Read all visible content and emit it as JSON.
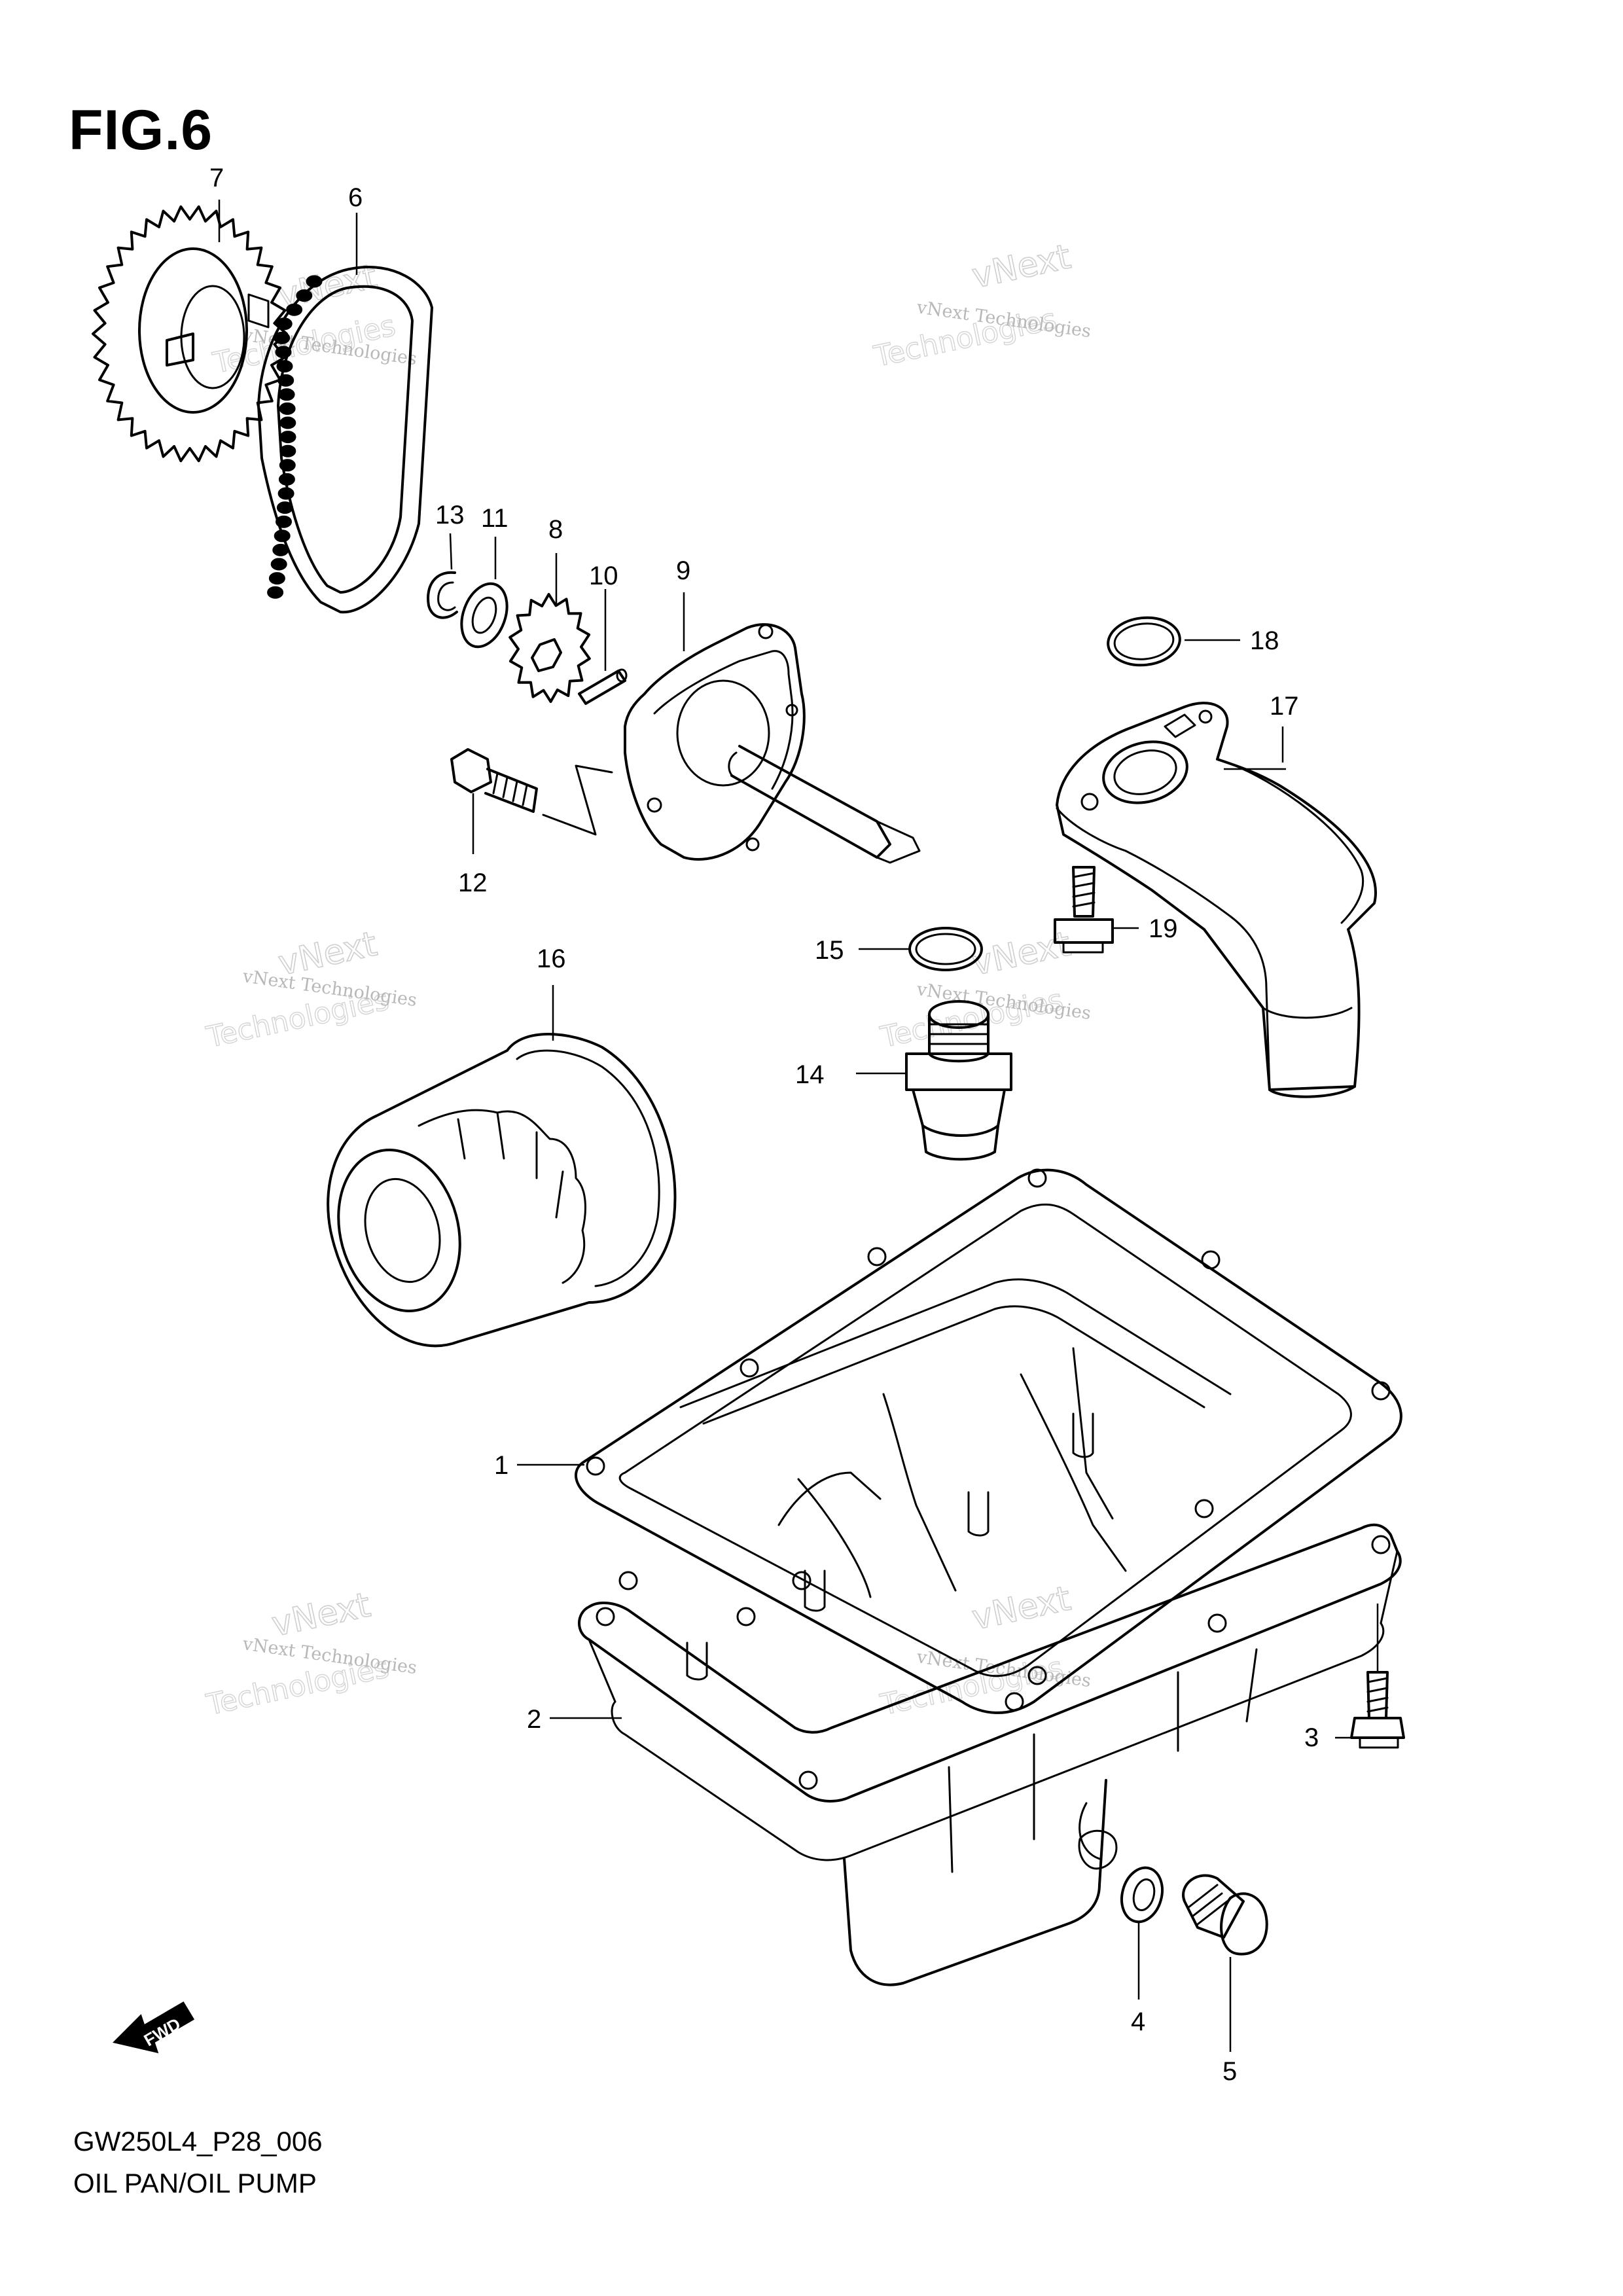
{
  "figure": {
    "title": "FIG.6",
    "code": "GW250L4_P28_006",
    "name": "OIL PAN/OIL PUMP"
  },
  "fwd_label": "FWD",
  "watermark": {
    "line1": "vNext Technologies",
    "line2": "vNext",
    "line3": "Technologies"
  },
  "callouts": [
    "1",
    "2",
    "3",
    "4",
    "5",
    "6",
    "7",
    "8",
    "9",
    "10",
    "11",
    "12",
    "13",
    "14",
    "15",
    "16",
    "17",
    "18",
    "19"
  ]
}
